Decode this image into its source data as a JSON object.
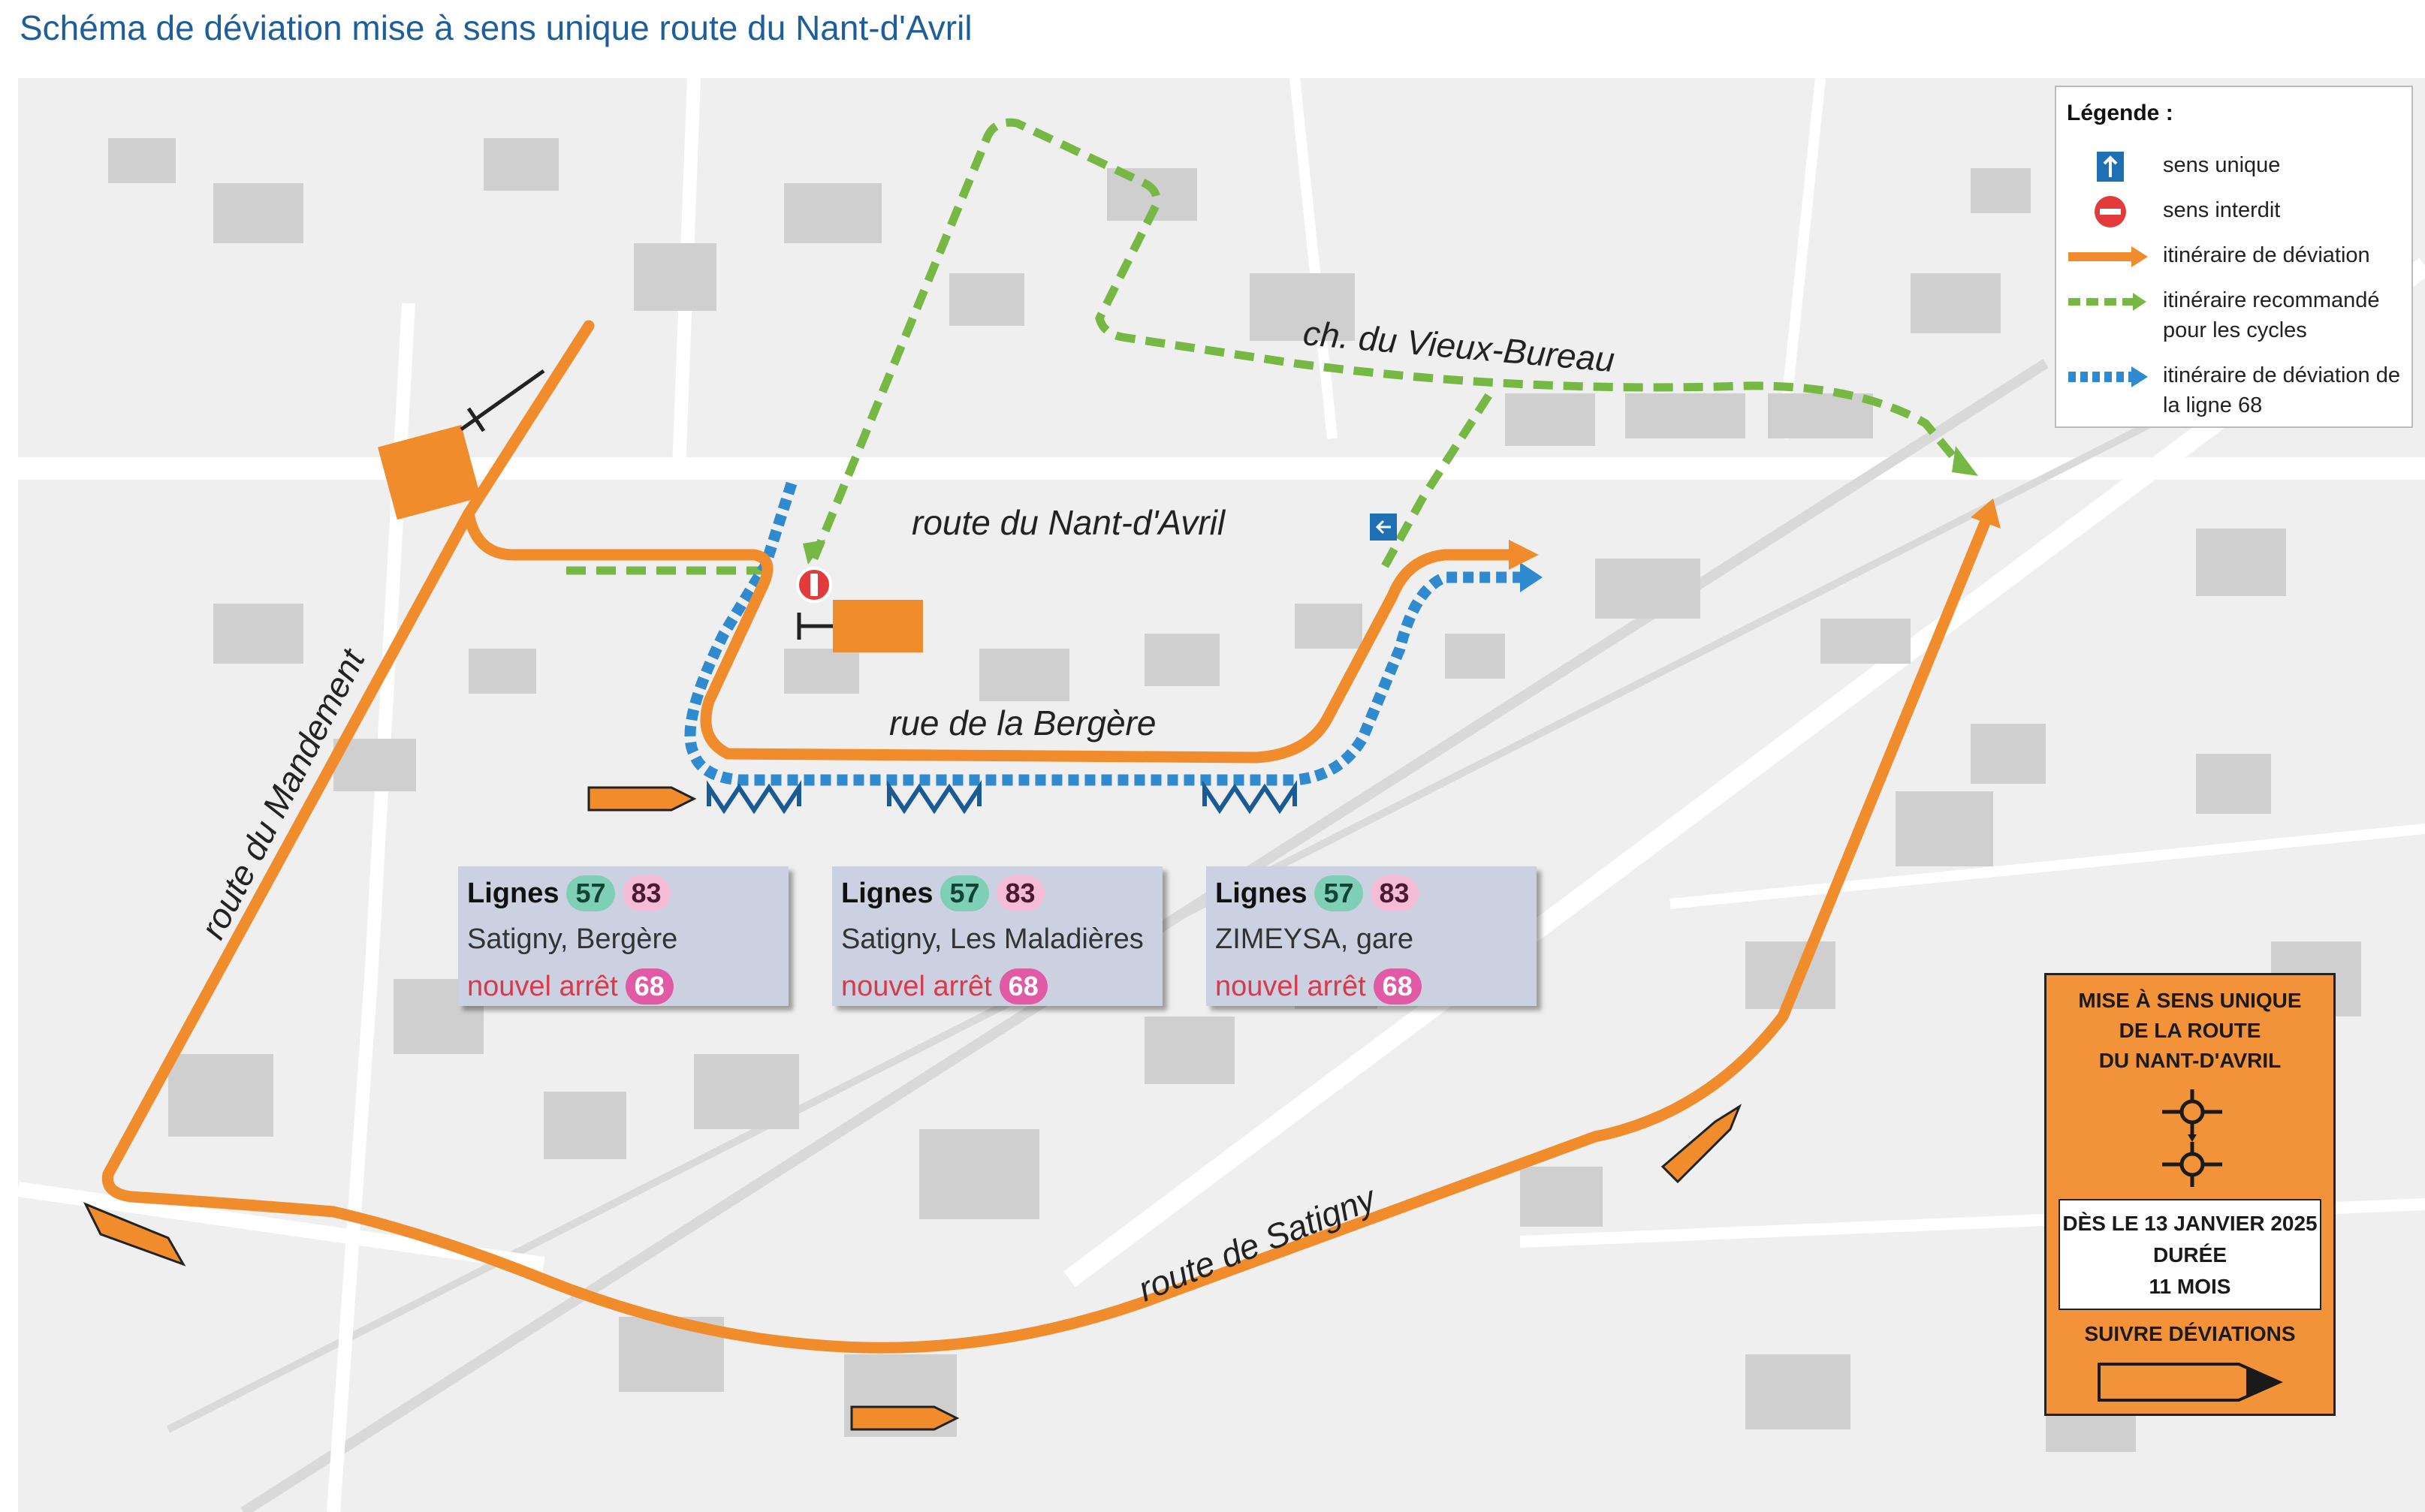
{
  "title": "Schéma de déviation mise à sens unique route du Nant-d'Avril",
  "colors": {
    "deviation_orange": "#f08c2c",
    "cycle_green": "#77b744",
    "line68_blue": "#2f8ad0",
    "title_blue": "#1f5f99",
    "stop_box_bg": "#cbd1e0",
    "info_panel_bg": "#f39339"
  },
  "legend": {
    "title": "Légende :",
    "items": [
      {
        "icon": "one-way-arrow-icon",
        "label": "sens unique"
      },
      {
        "icon": "no-entry-icon",
        "label": "sens interdit"
      },
      {
        "icon": "orange-arrow-icon",
        "label": "itinéraire de déviation"
      },
      {
        "icon": "green-dashed-arrow-icon",
        "label": "itinéraire recommandé pour les cycles"
      },
      {
        "icon": "blue-dashed-arrow-icon",
        "label": "itinéraire de déviation de la ligne 68"
      }
    ]
  },
  "road_labels": {
    "nant_avril": "route du Nant-d'Avril",
    "vieux_bureau": "ch. du Vieux-Bureau",
    "bergere": "rue de la Bergère",
    "mandement": "route du Mandement",
    "satigny": "route de Satigny"
  },
  "stops": [
    {
      "label": "Lignes",
      "lines": [
        "57",
        "83"
      ],
      "name": "Satigny, Bergère",
      "new_stop_label": "nouvel arrêt",
      "new_line": "68"
    },
    {
      "label": "Lignes",
      "lines": [
        "57",
        "83"
      ],
      "name": "Satigny, Les Maladières",
      "new_stop_label": "nouvel arrêt",
      "new_line": "68"
    },
    {
      "label": "Lignes",
      "lines": [
        "57",
        "83"
      ],
      "name": "ZIMEYSA, gare",
      "new_stop_label": "nouvel arrêt",
      "new_line": "68"
    }
  ],
  "info_panel": {
    "heading_lines": [
      "MISE À SENS UNIQUE",
      "DE LA ROUTE",
      "DU NANT-D'AVRIL"
    ],
    "date_lines": [
      "DÈS LE 13 JANVIER 2025",
      "DURÉE",
      "11 MOIS"
    ],
    "follow": "SUIVRE DÉVIATIONS"
  }
}
